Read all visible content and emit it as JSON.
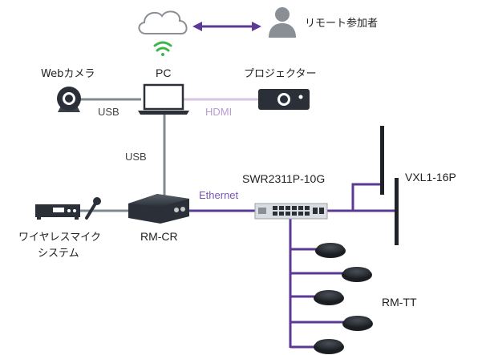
{
  "labels": {
    "remote": "リモート参加者",
    "webcam": "Webカメラ",
    "pc": "PC",
    "projector": "プロジェクター",
    "usb_top": "USB",
    "hdmi": "HDMI",
    "usb_mid": "USB",
    "swr": "SWR2311P-10G",
    "vxl": "VXL1-16P",
    "ethernet": "Ethernet",
    "wireless_line1": "ワイヤレスマイク",
    "wireless_line2": "システム",
    "rmcr": "RM-CR",
    "rmtt": "RM-TT"
  },
  "colors": {
    "purple": "#5b3a95",
    "gray_line": "#7d8a91",
    "hdmi_line": "#d9c3e2",
    "green": "#3db54a",
    "device_dark": "#2b3038",
    "icon_gray": "#8a8f95"
  },
  "icons": [
    "cloud-icon",
    "wifi-icon",
    "person-icon",
    "webcam-icon",
    "laptop-icon",
    "projector-icon",
    "wireless-receiver-icon",
    "microphone-icon",
    "rm-cr-device-icon",
    "network-switch-icon",
    "speaker-bar-icon",
    "conference-mic-icon"
  ]
}
